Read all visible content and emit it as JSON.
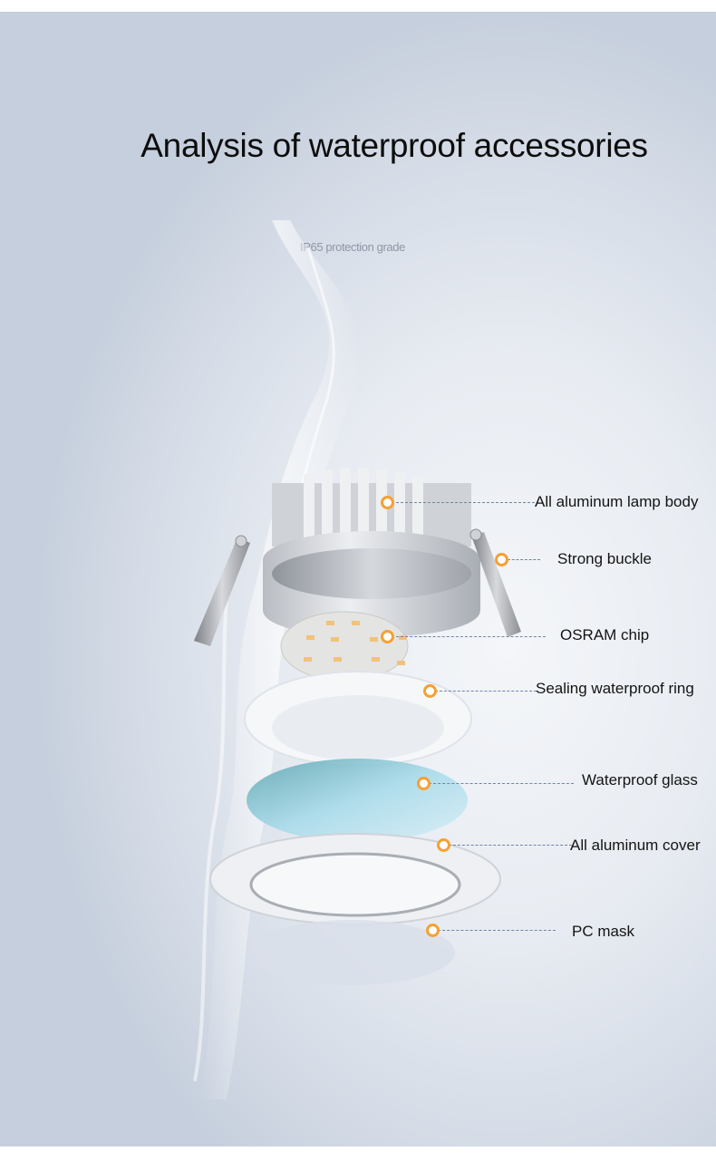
{
  "header": {
    "title": "Analysis of waterproof accessories",
    "subtitle": "IP65 protection grade"
  },
  "colors": {
    "marker_orange": "#f5a133",
    "leader_line": "#6f86a8",
    "background": "#dde3ec"
  },
  "callouts": [
    {
      "label": "All aluminum lamp body"
    },
    {
      "label": "Strong buckle"
    },
    {
      "label": "OSRAM chip"
    },
    {
      "label": "Sealing waterproof ring"
    },
    {
      "label": "Waterproof glass"
    },
    {
      "label": "All aluminum cover"
    },
    {
      "label": "PC mask"
    }
  ],
  "icons": {
    "marker": "orange-ring-dot"
  }
}
